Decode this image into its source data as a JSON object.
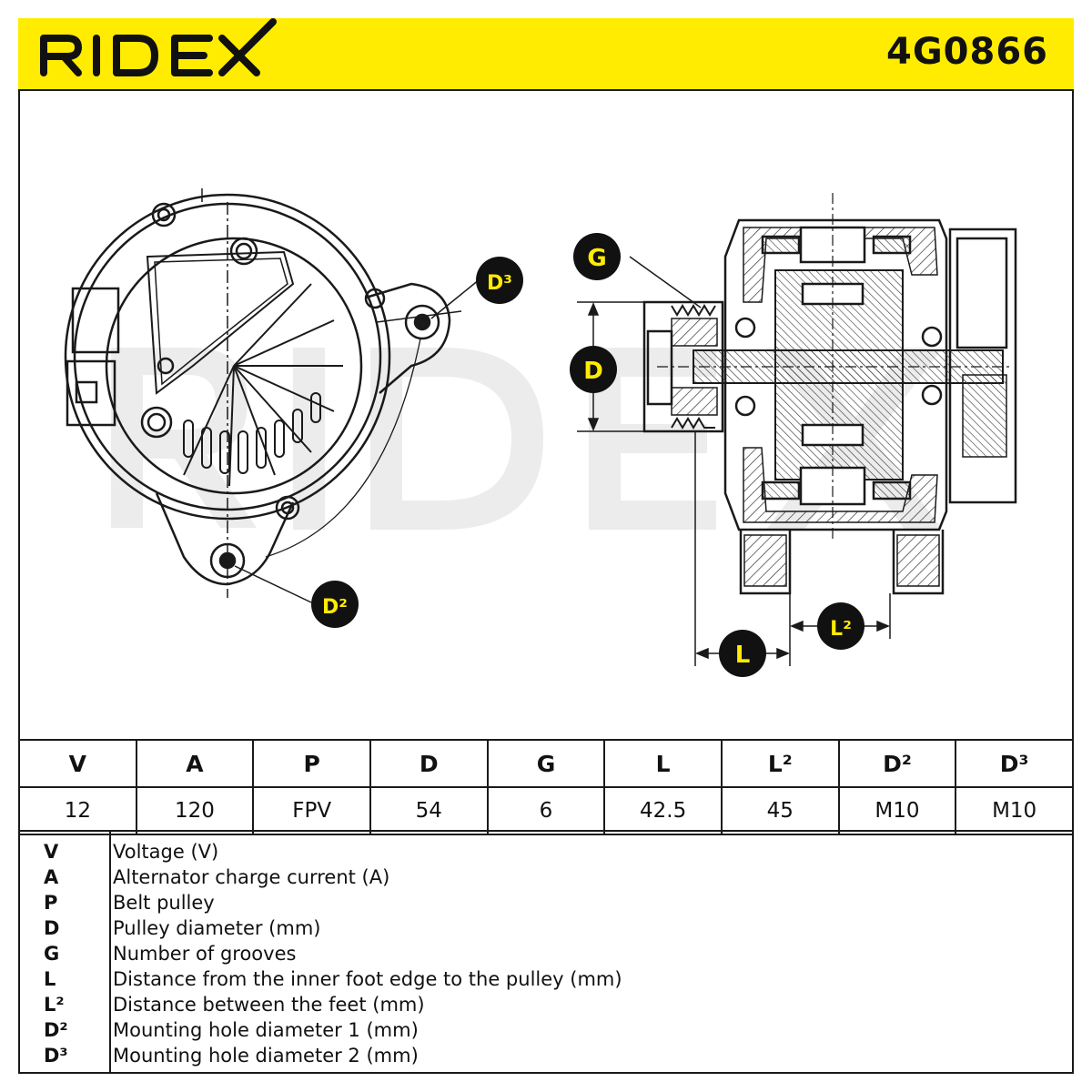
{
  "header": {
    "brand": "RIDEX",
    "part_number": "4G0866"
  },
  "drawing": {
    "callouts": {
      "g": "G",
      "d": "D",
      "d2": "D²",
      "d3": "D³",
      "l": "L",
      "l2": "L²"
    },
    "watermark": "RIDEX"
  },
  "spec_table": {
    "headers": [
      "V",
      "A",
      "P",
      "D",
      "G",
      "L",
      "L²",
      "D²",
      "D³"
    ],
    "values": [
      "12",
      "120",
      "FPV",
      "54",
      "6",
      "42.5",
      "45",
      "M10",
      "M10"
    ]
  },
  "legend": [
    {
      "code": "V",
      "desc": "Voltage (V)"
    },
    {
      "code": "A",
      "desc": "Alternator charge current (A)"
    },
    {
      "code": "P",
      "desc": "Belt pulley"
    },
    {
      "code": "D",
      "desc": "Pulley diameter (mm)"
    },
    {
      "code": "G",
      "desc": "Number of grooves"
    },
    {
      "code": "L",
      "desc": "Distance from the inner foot edge to the pulley (mm)"
    },
    {
      "code": "L²",
      "desc": "Distance between the feet (mm)"
    },
    {
      "code": "D²",
      "desc": "Mounting hole diameter 1 (mm)"
    },
    {
      "code": "D³",
      "desc": "Mounting hole diameter 2 (mm)"
    }
  ],
  "colors": {
    "header_bg": "#ffec00",
    "callout_bg": "#111111",
    "callout_text": "#ffec00",
    "line": "#1a1a1a"
  }
}
